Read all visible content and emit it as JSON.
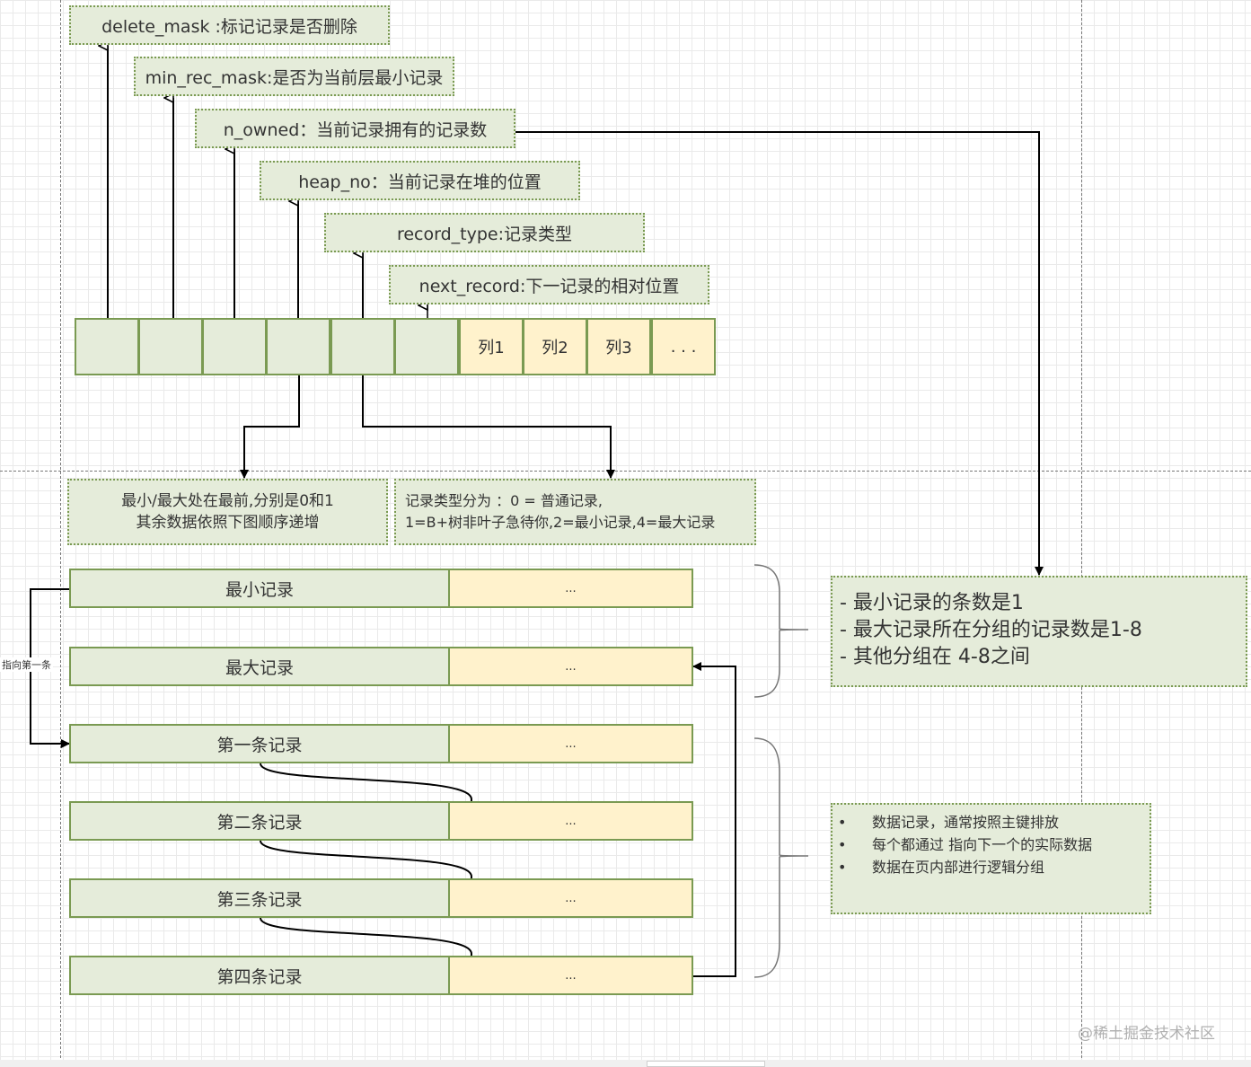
{
  "fields": {
    "delete_mask": "delete_mask :标记记录是否删除",
    "min_rec_mask": "min_rec_mask:是否为当前层最小记录",
    "n_owned": "n_owned：当前记录拥有的记录数",
    "heap_no": "heap_no：当前记录在堆的位置",
    "record_type": "record_type:记录类型",
    "next_record": "next_record:下一记录的相对位置"
  },
  "row": {
    "columns": [
      "列1",
      "列2",
      "列3",
      ". . ."
    ]
  },
  "notes": {
    "heap_line1": "最小/最大处在最前,分别是0和1",
    "heap_line2": "其余数据依照下图顺序递增",
    "type_line1": "记录类型分为 ：0 = 普通记录,",
    "type_line2": "1=B+树非叶子急待你,2=最小记录,4=最大记录"
  },
  "records": [
    {
      "name": "最小记录",
      "value": "..."
    },
    {
      "name": "最大记录",
      "value": "..."
    },
    {
      "name": "第一条记录",
      "value": "..."
    },
    {
      "name": "第二条记录",
      "value": "..."
    },
    {
      "name": "第三条记录",
      "value": "..."
    },
    {
      "name": "第四条记录",
      "value": "..."
    }
  ],
  "link_label": "指向第一条",
  "owned_info": [
    "- 最小记录的条数是1",
    "- 最大记录所在分组的记录数是1-8",
    "- 其他分组在 4-8之间"
  ],
  "data_info": [
    "数据记录，通常按照主键排放",
    "每个都通过  指向下一个的实际数据",
    "数据在页内部进行逻辑分组"
  ],
  "watermark": "@稀土掘金技术社区",
  "colors": {
    "green_fill": "#e5ecda",
    "green_border": "#7a9a52",
    "yellow_fill": "#fff2cc"
  }
}
